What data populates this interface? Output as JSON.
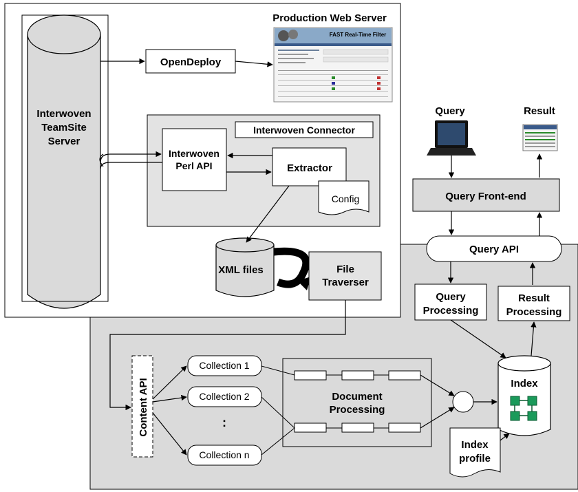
{
  "production_server": {
    "title": "Production Web Server",
    "screenshot_banner": "FAST Real-Time Filter"
  },
  "teamsite": {
    "line1": "Interwoven",
    "line2": "TeamSite",
    "line3": "Server"
  },
  "opendeploy": {
    "label": "OpenDeploy"
  },
  "connector": {
    "title": "Interwoven Connector"
  },
  "perl_api": {
    "line1": "Interwoven",
    "line2": "Perl API"
  },
  "extractor": {
    "label": "Extractor"
  },
  "config": {
    "label": "Config"
  },
  "xml_files": {
    "label": "XML files"
  },
  "file_traverser": {
    "line1": "File",
    "line2": "Traverser"
  },
  "query": {
    "label": "Query"
  },
  "result": {
    "label": "Result"
  },
  "query_frontend": {
    "label": "Query Front-end"
  },
  "query_api": {
    "label": "Query API"
  },
  "query_processing": {
    "line1": "Query",
    "line2": "Processing"
  },
  "result_processing": {
    "line1": "Result",
    "line2": "Processing"
  },
  "content_api": {
    "label": "Content API"
  },
  "collections": {
    "c1": "Collection 1",
    "c2": "Collection 2",
    "ellipsis": ":",
    "cn": "Collection n"
  },
  "document_processing": {
    "line1": "Document",
    "line2": "Processing"
  },
  "index": {
    "label": "Index"
  },
  "index_profile": {
    "line1": "Index",
    "line2": "profile"
  },
  "colors": {
    "panel_gray": "#dadada",
    "box_gray": "#e3e3e3",
    "outline": "#000000",
    "index_icon": "#1a9a5a"
  }
}
